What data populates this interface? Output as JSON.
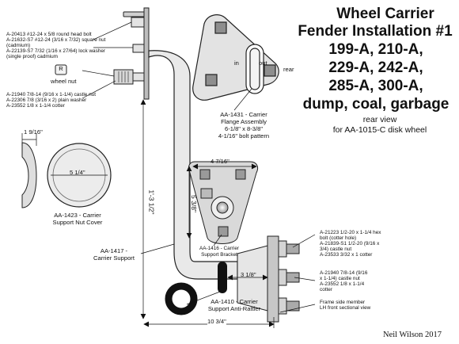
{
  "title": {
    "lines": [
      "Wheel Carrier",
      "Fender Installation #1",
      "199-A, 210-A,",
      "229-A, 242-A,",
      "285-A, 300-A,",
      "dump, coal, garbage"
    ],
    "view_note": "rear view",
    "wheel_note": "for AA-1015-C disk wheel"
  },
  "labels": {
    "top_hardware": [
      "A-20413 #12-24 x 5/8 round head bolt",
      "A-21632-S7 #12-24 (3/16 x 7/32) square nut",
      "(cadmium)",
      "A-22139-S7 7/32 (1/16 x 27/64) lock washer",
      "(single proof) cadmium"
    ],
    "wheel_nut_marker": "R",
    "wheel_nut": "wheel nut",
    "castle_hardware": [
      "A-21940 7/8-14 (9/16 x 1-1/4) castle nut",
      "A-22306 7/8 (3/16 x 2) plain washer",
      "A-23552 1/8 x 1-1/4 cotter"
    ],
    "flange_in": "in",
    "flange_out": "out",
    "flange_rear": "rear",
    "flange_assembly": [
      "AA-1431 - Carrier",
      "Flange Assembly",
      "6-1/8\" x 8-3/8\"",
      "4-1/16\" bolt pattern"
    ],
    "nut_cover": [
      "AA-1423 - Carrier",
      "Support Nut Cover"
    ],
    "carrier_support": [
      "AA-1417 -",
      "Carrier Support"
    ],
    "support_bracket": [
      "AA-1416 - Carrier",
      "Support Bracket"
    ],
    "anti_rattler": [
      "AA-1410 - Carrier",
      "Support Anti-Rattler"
    ],
    "right_bolt_hardware": [
      "A-21223 1/2-20 x 1-1/4 hex",
      "bolt (cotter hole)",
      "A-21839-S1 1/2-20 (9/16 x",
      "3/4) castle nut",
      "A-23533 3/32 x 1 cotter"
    ],
    "right_nut_hardware": [
      "A-21940 7/8-14 (9/16",
      "x 1-1/4) castle nut",
      "A-23552 1/8 x 1-1/4",
      "cotter"
    ],
    "frame_member": [
      "Frame side member",
      "LH front sectional view"
    ]
  },
  "dimensions": {
    "cover_depth": "1 9/16\"",
    "cover_diameter": "5 1/4\"",
    "bracket_width": "4 7/16\"",
    "bracket_height": "5 3/8\"",
    "overall_height": "1'-3 1/2\"",
    "flange_offset": "3 1/8\"",
    "overall_width": "10 3/4\""
  },
  "credit": "Neil Wilson 2017"
}
